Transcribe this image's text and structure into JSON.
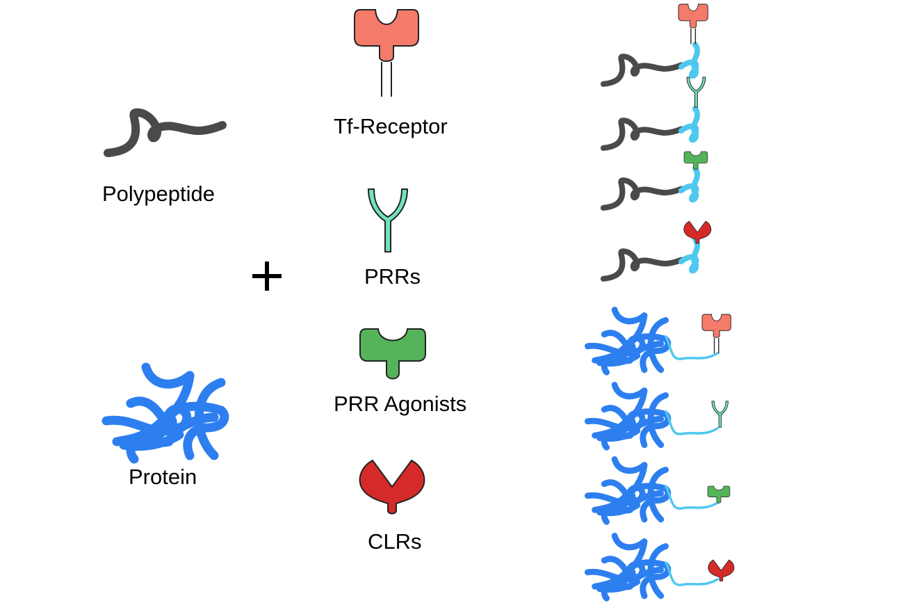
{
  "labels": {
    "polypeptide": "Polypeptide",
    "protein": "Protein",
    "plus": "+",
    "tf_receptor": "Tf-Receptor",
    "prrs": "PRRs",
    "prr_agonists": "PRR Agonists",
    "clrs": "CLRs"
  },
  "colors": {
    "polypeptide": "#4a4a4a",
    "protein": "#2d7ff0",
    "linker": "#4fc8f0",
    "tf_receptor": "#f47a6a",
    "prr": "#6fe3c0",
    "prr_agonist": "#55b35a",
    "clr": "#d42a2a",
    "outline": "#222222"
  },
  "conjugates": [
    {
      "carrier": "polypeptide",
      "ligand": "tf_receptor"
    },
    {
      "carrier": "polypeptide",
      "ligand": "prr"
    },
    {
      "carrier": "polypeptide",
      "ligand": "prr_agonist"
    },
    {
      "carrier": "polypeptide",
      "ligand": "clr"
    },
    {
      "carrier": "protein",
      "ligand": "tf_receptor"
    },
    {
      "carrier": "protein",
      "ligand": "prr"
    },
    {
      "carrier": "protein",
      "ligand": "prr_agonist"
    },
    {
      "carrier": "protein",
      "ligand": "clr"
    }
  ]
}
